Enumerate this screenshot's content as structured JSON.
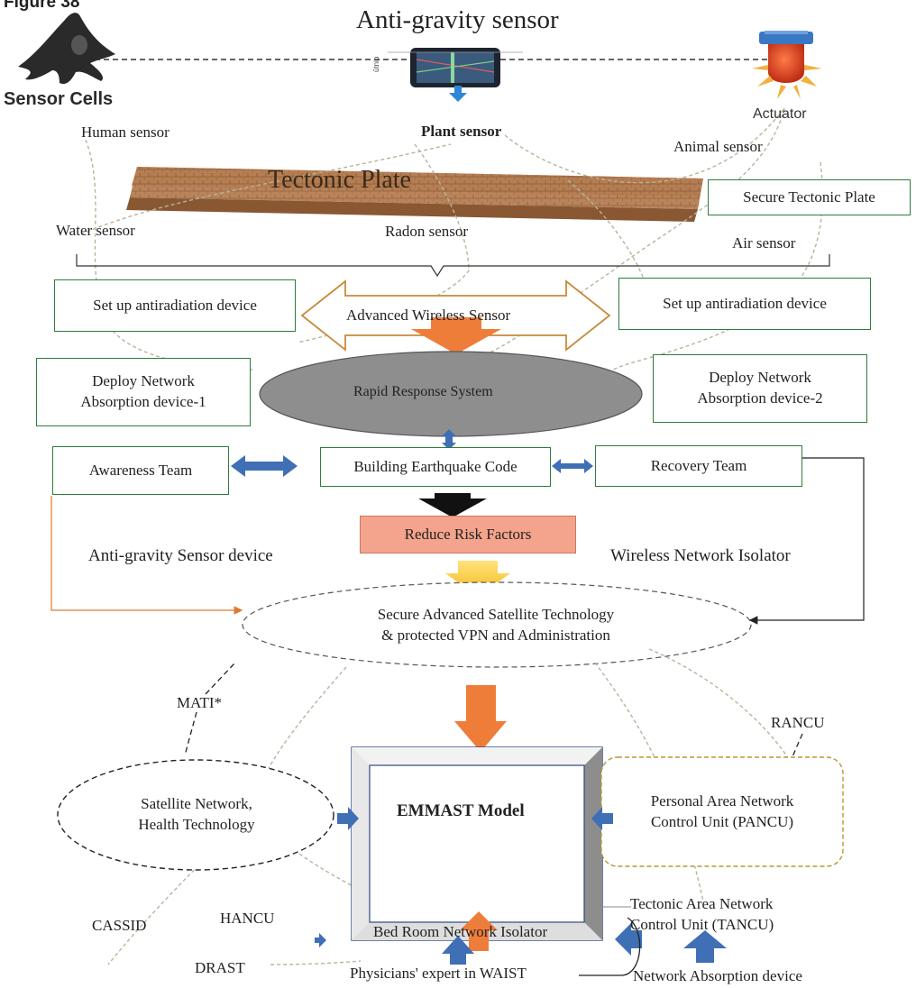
{
  "figure_label": "Figure 38",
  "title": "Anti-gravity sensor",
  "top": {
    "sensor_cells": "Sensor Cells",
    "actuator": "Actuator",
    "human_sensor": "Human sensor",
    "plant_sensor": "Plant sensor",
    "animal_sensor": "Animal sensor",
    "tectonic_plate": "Tectonic Plate",
    "secure_tectonic_plate": "Secure Tectonic Plate",
    "water_sensor": "Water sensor",
    "radon_sensor": "Radon sensor",
    "air_sensor": "Air sensor"
  },
  "wireless": {
    "left_device": "Set up antiradiation device",
    "right_device": "Set up antiradiation device",
    "arrow_label": "Advanced Wireless Sensor"
  },
  "response": {
    "deploy_left": [
      "Deploy Network",
      "Absorption device-1"
    ],
    "deploy_right": [
      "Deploy Network",
      "Absorption device-2"
    ],
    "rapid": "Rapid Response System"
  },
  "teams": {
    "awareness": "Awareness Team",
    "building_code": "Building Earthquake Code",
    "recovery": "Recovery Team",
    "reduce_risk": "Reduce Risk Factors",
    "anti_gravity_device": "Anti-gravity Sensor device",
    "wireless_isolator": "Wireless Network Isolator"
  },
  "satellite": [
    "Secure Advanced Satellite Technology",
    "& protected VPN and Administration"
  ],
  "bottom": {
    "mati": "MATI*",
    "rancu": "RANCU",
    "sat_network": [
      "Satellite Network,",
      "Health Technology"
    ],
    "emmast": "EMMAST Model",
    "pancu": [
      "Personal Area Network",
      "Control Unit (PANCU)"
    ],
    "tancu": [
      "Tectonic Area Network",
      "Control Unit (TANCU)"
    ],
    "cassid": "CASSID",
    "hancu": "HANCU",
    "bedroom": "Bed Room Network Isolator",
    "drast": "DRAST",
    "physicians": "Physicians' expert in WAIST",
    "net_absorption": "Network Absorption device"
  },
  "colors": {
    "box_border": "#2d7d3a",
    "orange_arrow": "#ef7d3a",
    "blue_arrow": "#3f6fb5",
    "plate": "#b07a4e",
    "rapid_fill": "#8e8e8e",
    "reduce_fill": "#f4a48c",
    "sensor_cell": "#2a2a2a",
    "actuator": "#d63a1c"
  }
}
